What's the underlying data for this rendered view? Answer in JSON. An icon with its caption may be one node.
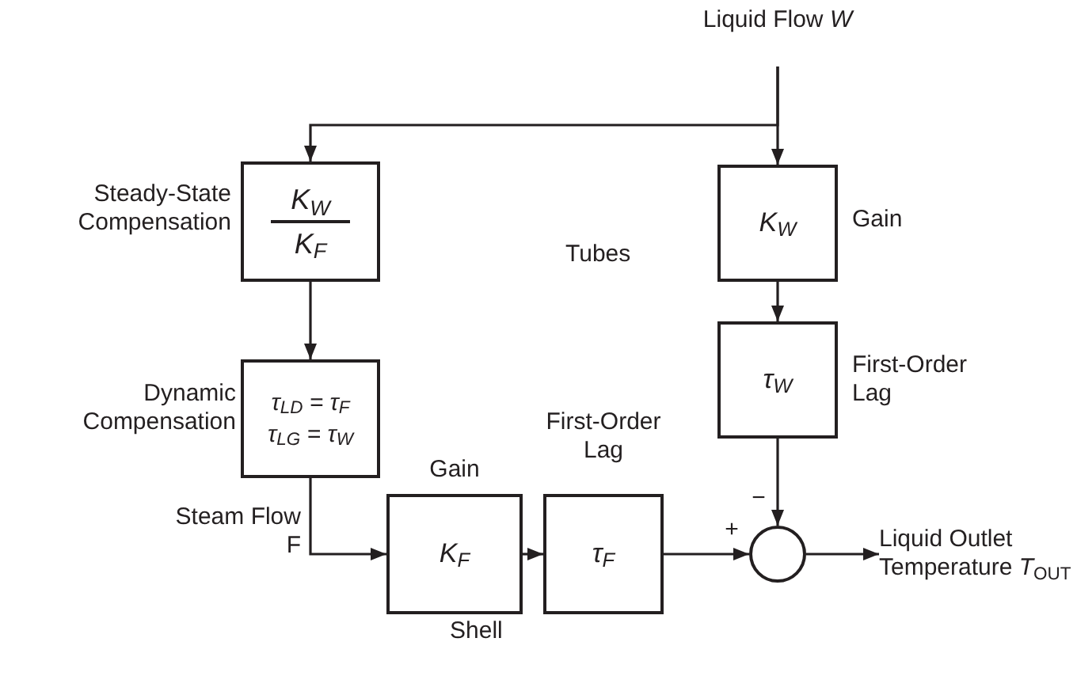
{
  "diagram": {
    "nodes": [
      {
        "text": [
          "Liquid Flow *W*"
        ]
      },
      {
        "text": [
          "K$_{W}$",
          "K$_{F}$"
        ],
        "beside": [
          "Steady-State Compensation"
        ]
      },
      {
        "text": [
          "τ$_{LD}$ = τ$_{F}$",
          "τ$_{LG}$ = τ$_{W}$"
        ],
        "beside": [
          "Dynamic Compensation"
        ]
      },
      {
        "text": [
          "K$_{F}$"
        ],
        "beside": [
          "Gain"
        ]
      },
      {
        "text": [
          "τ$_{F}$"
        ],
        "beside": [
          "First-Order Lag"
        ]
      },
      {
        "text": [
          "K$_{W}$"
        ],
        "beside": [
          "Gain"
        ]
      },
      {
        "text": [
          "τ$_{W}$"
        ],
        "beside": [
          "First-Order Lag"
        ]
      },
      {
        "text": [],
        "shape": "circle"
      },
      {
        "text": [
          "Liquid Outlet Temperature *T*$_{OUT}$"
        ]
      }
    ],
    "edges": [
      {
        "from": 0,
        "to": 5,
        "arrow": "to"
      },
      {
        "from": 0,
        "to": 1,
        "arrow": "to"
      },
      {
        "from": 1,
        "to": 2,
        "arrow": "to"
      },
      {
        "from": 2,
        "to": 3,
        "arrow": "to",
        "label": "Steam Flow F"
      },
      {
        "from": 3,
        "to": 4,
        "arrow": "to"
      },
      {
        "from": 4,
        "to": 7,
        "arrow": "to",
        "label": "+"
      },
      {
        "from": 5,
        "to": 6,
        "arrow": "to"
      },
      {
        "from": 6,
        "to": 7,
        "arrow": "to",
        "label": "−"
      },
      {
        "from": 7,
        "to": 8,
        "arrow": "to"
      }
    ],
    "labels": [
      "Tubes",
      "Shell"
    ]
  }
}
